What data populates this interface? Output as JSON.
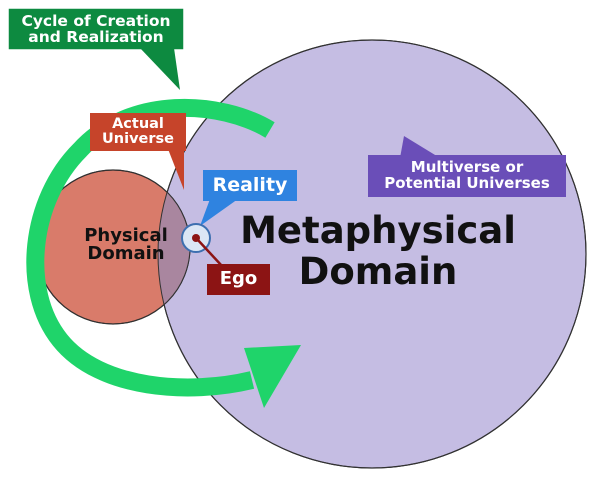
{
  "title": "",
  "labels": {
    "cycle": [
      "Cycle of Creation",
      "and Realization"
    ],
    "actual_universe": [
      "Actual",
      "Universe"
    ],
    "reality": "Reality",
    "multiverse": [
      "Multiverse or",
      "Potential Universes"
    ],
    "ego": "Ego",
    "physical_domain": [
      "Physical",
      "Domain"
    ],
    "metaphysical_domain": [
      "Metaphysical",
      "Domain"
    ]
  },
  "colors": {
    "metaphysical_fill": "#c5bde3",
    "physical_fill": "#d97b6a",
    "overlap_fill": "#a9869f",
    "cycle_green": "#1fd46a",
    "cycle_label_bg": "#0d8a40",
    "actual_label_bg": "#c6442a",
    "reality_label_bg": "#2f83e0",
    "multiverse_label_bg": "#6a4eb8",
    "ego_label_bg": "#8c1414",
    "reality_dot": "#dbe6f5",
    "ego_dot": "#8c1414"
  },
  "icons": {
    "cycle_arrow": "circular-arrow-icon",
    "reality_marker": "circle-dot-icon"
  }
}
